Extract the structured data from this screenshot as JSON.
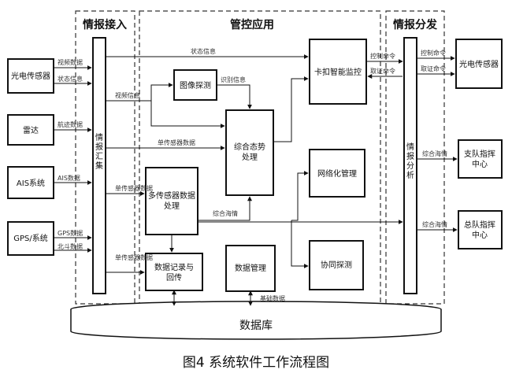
{
  "sections": {
    "ingest": "情报接入",
    "control": "管控应用",
    "distribute": "情报分发"
  },
  "boxes": {
    "optical_in": "光电传感器",
    "radar": "雷达",
    "ais": "AIS系统",
    "gps": "GPS/系统",
    "aggregate": [
      "情",
      "报",
      "汇",
      "集"
    ],
    "image_detect": "图像探测",
    "situation": [
      "综合态势",
      "处理"
    ],
    "checkpoint": "卡扣智能监控",
    "grid_mgmt": "网络化管理",
    "multi_sensor": [
      "多传感器数据",
      "处理"
    ],
    "record": [
      "数据记录与",
      "回传"
    ],
    "data_mgmt": "数据管理",
    "cooperative": "协同探测",
    "analysis": [
      "情",
      "报",
      "分",
      "析"
    ],
    "optical_out": "光电传感器",
    "branch": [
      "支队指挥",
      "中心"
    ],
    "hq": [
      "总队指挥",
      "中心"
    ],
    "database": "数据库"
  },
  "labels": {
    "video": "视频数据",
    "status_info": "状态信息",
    "track": "航迹数据",
    "ais_data": "AIS数据",
    "gps_data": "GPS数据",
    "beidou": "北斗数据",
    "video_info": "视频信息",
    "recognition": "识别信息",
    "sensor_data": "单传感器数据",
    "status_top": "状态信息",
    "control_cmd": "控制命令",
    "query_cmd": "取证命令",
    "fusion_track": "综合海情",
    "base_data": "基础数据",
    "single_sensor1": "单传感器数据",
    "single_sensor2": "单传感器数据"
  },
  "caption": "图4  系统软件工作流程图"
}
